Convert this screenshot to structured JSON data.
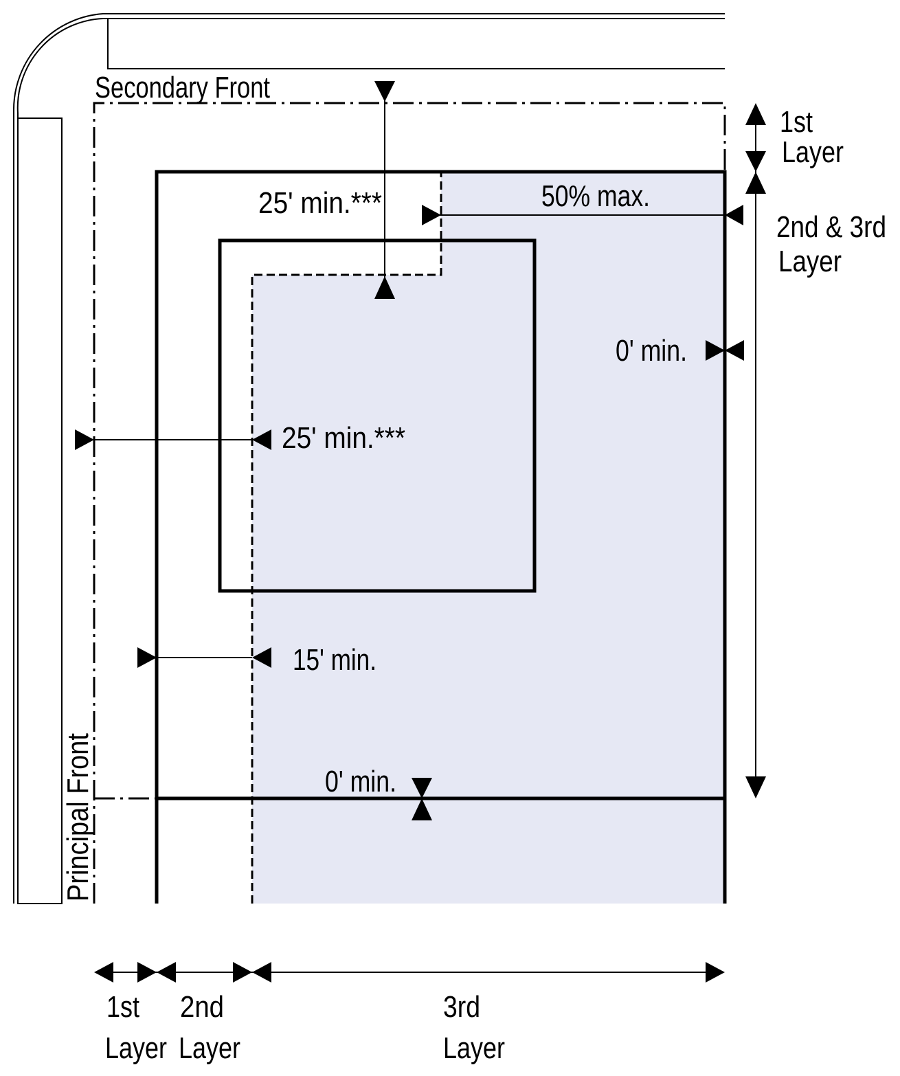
{
  "labels": {
    "secondary_front": "Secondary Front",
    "principal_front": "Principal Front",
    "top_setback": "25' min.***",
    "max_pct": "50% max.",
    "side_setback": "0' min.",
    "left_setback": "25' min.***",
    "fifteen_min": "15' min.",
    "rear_setback": "0' min.",
    "right_layer1_a": "1st",
    "right_layer1_b": "Layer",
    "right_layer23_a": "2nd & 3rd",
    "right_layer23_b": "Layer",
    "bottom_layer1_a": "1st",
    "bottom_layer1_b": "Layer",
    "bottom_layer2_a": "2nd",
    "bottom_layer2_b": "Layer",
    "bottom_layer3_a": "3rd",
    "bottom_layer3_b": "Layer"
  },
  "colors": {
    "shade": "#e6e8f4",
    "ink": "#000000"
  }
}
